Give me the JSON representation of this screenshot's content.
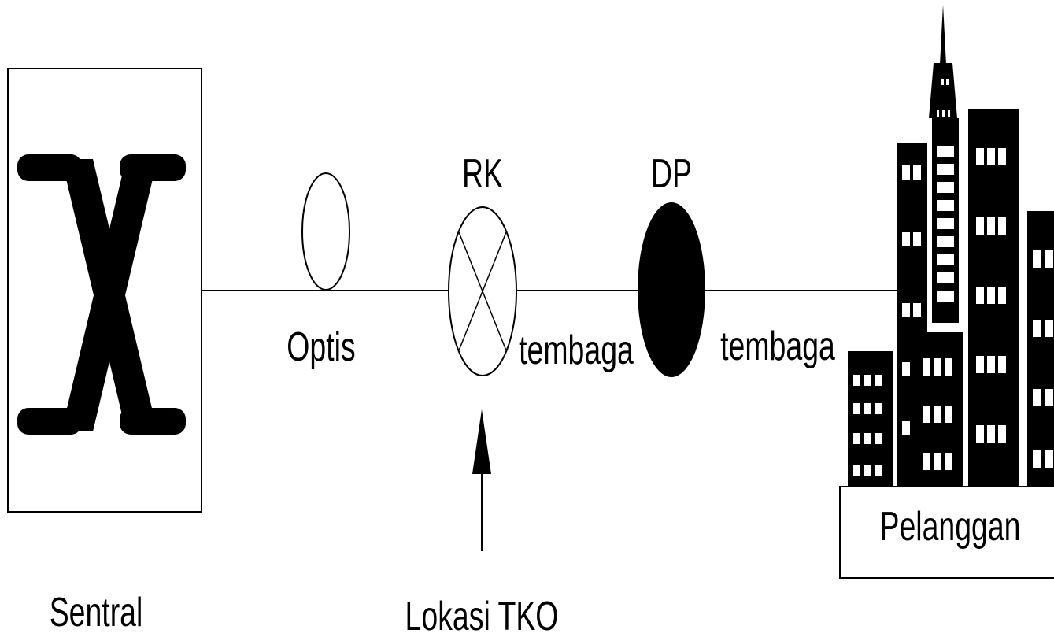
{
  "nodes": {
    "sentral": {
      "label": "Sentral"
    },
    "optis": {
      "label": "Optis"
    },
    "rk": {
      "label": "RK"
    },
    "dp": {
      "label": "DP"
    },
    "pelanggan": {
      "label": "Pelanggan"
    }
  },
  "edges": {
    "rk_to_dp": {
      "label": "tembaga"
    },
    "dp_to_pelanggan": {
      "label": "tembaga"
    }
  },
  "annotations": {
    "tko": {
      "label": "Lokasi TKO"
    }
  },
  "colors": {
    "stroke": "#000000",
    "fill_dark": "#000000",
    "fill_light": "#ffffff"
  },
  "icons": {
    "sentral": "switch-x-icon",
    "rk": "cross-circle-icon",
    "dp": "filled-ellipse-icon",
    "pelanggan": "city-buildings-icon"
  }
}
